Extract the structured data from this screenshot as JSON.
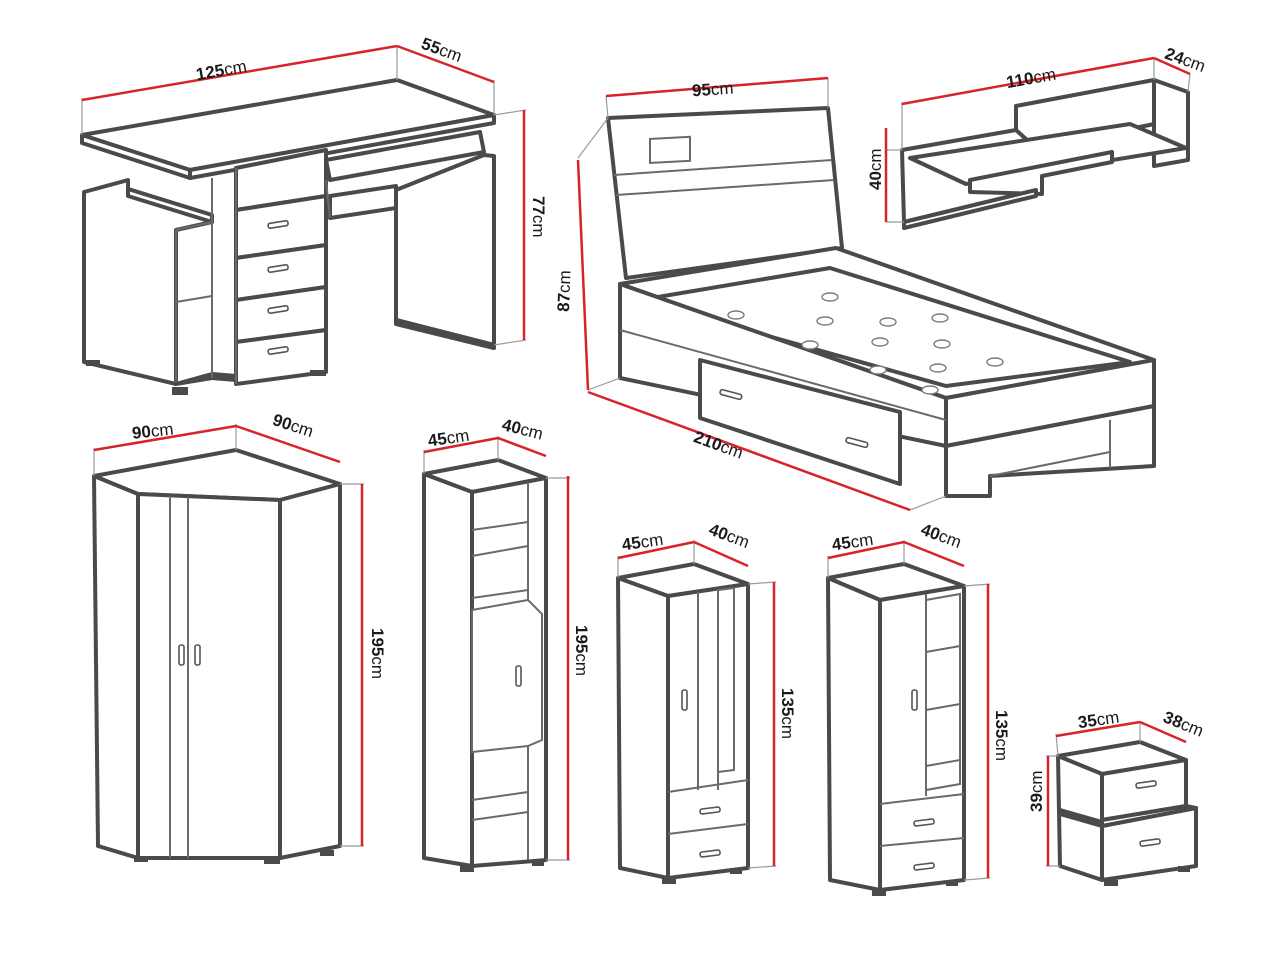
{
  "unit": "cm",
  "items": {
    "desk": {
      "width": "125",
      "depth": "55",
      "height": "77"
    },
    "bed": {
      "width": "95",
      "length": "210",
      "height": "87"
    },
    "shelf": {
      "width": "110",
      "depth": "24",
      "height": "40"
    },
    "corner_wardrobe": {
      "side_a": "90",
      "side_b": "90",
      "height": "195"
    },
    "tall_cabinet": {
      "width": "45",
      "depth": "40",
      "height": "195"
    },
    "wardrobe_small": {
      "width": "45",
      "depth": "40",
      "height": "135"
    },
    "cabinet_small": {
      "width": "45",
      "depth": "40",
      "height": "135"
    },
    "nightstand": {
      "width": "35",
      "depth": "38",
      "height": "39"
    }
  },
  "colors": {
    "outline": "#4a4a4a",
    "dimension": "#d8232a",
    "text": "#1a1a1a"
  }
}
